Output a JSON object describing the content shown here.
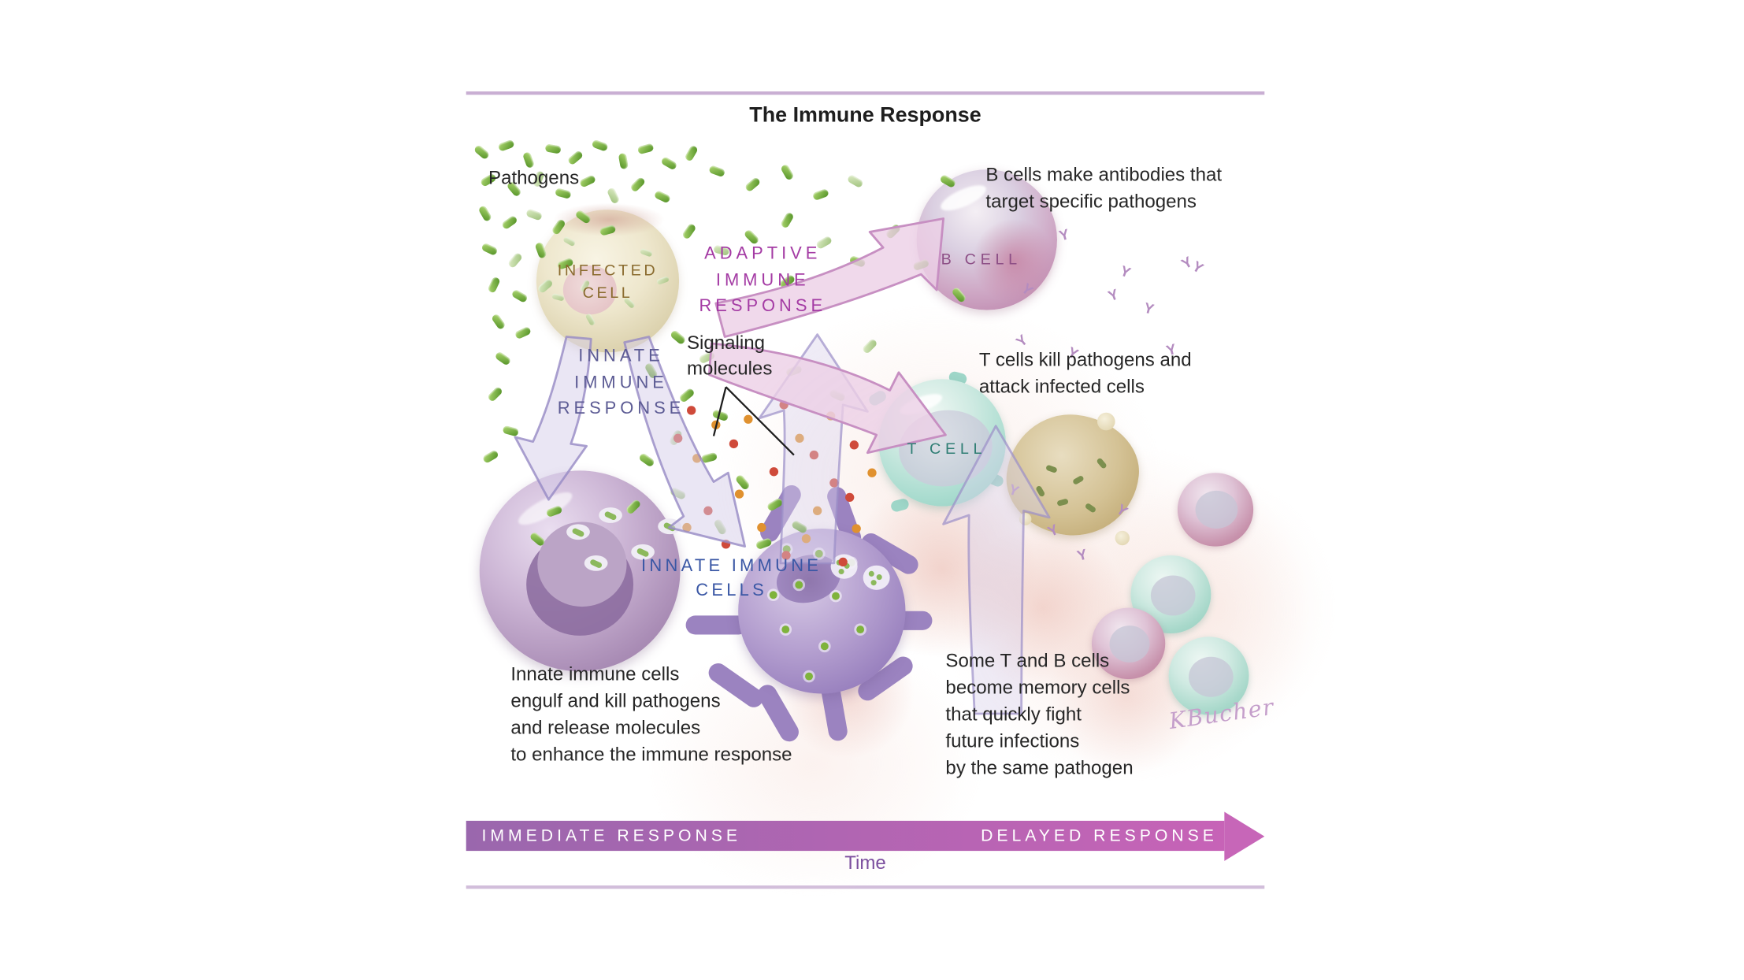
{
  "title": "The Immune Response",
  "labels": {
    "pathogens": "Pathogens",
    "infected_cell": "INFECTED\nCELL",
    "adaptive_response": "ADAPTIVE\nIMMUNE\nRESPONSE",
    "innate_response": "INNATE\nIMMUNE\nRESPONSE",
    "signaling_molecules": "Signaling\nmolecules",
    "b_cell": "B CELL",
    "t_cell": "T CELL",
    "innate_cells": "INNATE IMMUNE\nCELLS"
  },
  "captions": {
    "b_cell": "B cells make antibodies that\ntarget specific pathogens",
    "t_cell": "T cells kill pathogens and\nattack infected cells",
    "innate_cells": "Innate immune cells\nengulf and kill pathogens\nand release molecules\nto enhance the immune response",
    "memory_cells": "Some T and B cells\nbecome memory cells\nthat quickly fight\nfuture infections\nby the same pathogen"
  },
  "timeline": {
    "immediate": "IMMEDIATE RESPONSE",
    "delayed": "DELAYED RESPONSE",
    "axis_label": "Time"
  },
  "signature": "KBucher",
  "icons": {
    "antibody_glyph": "Y",
    "pathogen": "green-capsule",
    "signaling_molecule": "small-dot"
  },
  "colors": {
    "adaptive_text": "#A43BA4",
    "innate_response_text": "#5C5B94",
    "innate_cells_text": "#3A57A5",
    "infected_cell_text": "#8A6B2E",
    "b_cell_text": "#8D4F86",
    "t_cell_text": "#2F7E74",
    "caption_text": "#262626",
    "timeline_gradient_start": "#9A67AD",
    "timeline_gradient_end": "#C763B7",
    "timeline_text": "#FFFFFF",
    "time_label": "#7B4E9E",
    "rule": "#C9AFD3",
    "pathogen_green": "#6FAE3E",
    "signal_orange": "#E0912F",
    "signal_red": "#CF4A3A",
    "antibody_purple": "#B48CC0"
  }
}
